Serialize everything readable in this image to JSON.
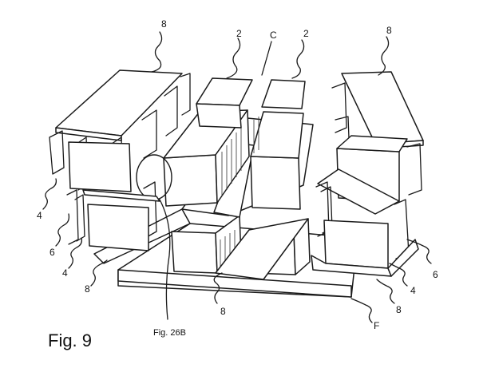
{
  "figure": {
    "caption": "Fig. 9",
    "detail_ref": "Fig. 26B"
  },
  "labels": {
    "top_left_8": "8",
    "top_2a": "2",
    "top_c": "C",
    "top_2b": "2",
    "top_right_8": "8",
    "left_4_upper": "4",
    "left_6": "6",
    "left_4_lower": "4",
    "left_8": "8",
    "bottom_8": "8",
    "right_6": "6",
    "right_4": "4",
    "right_8": "8",
    "floor_f": "F"
  }
}
